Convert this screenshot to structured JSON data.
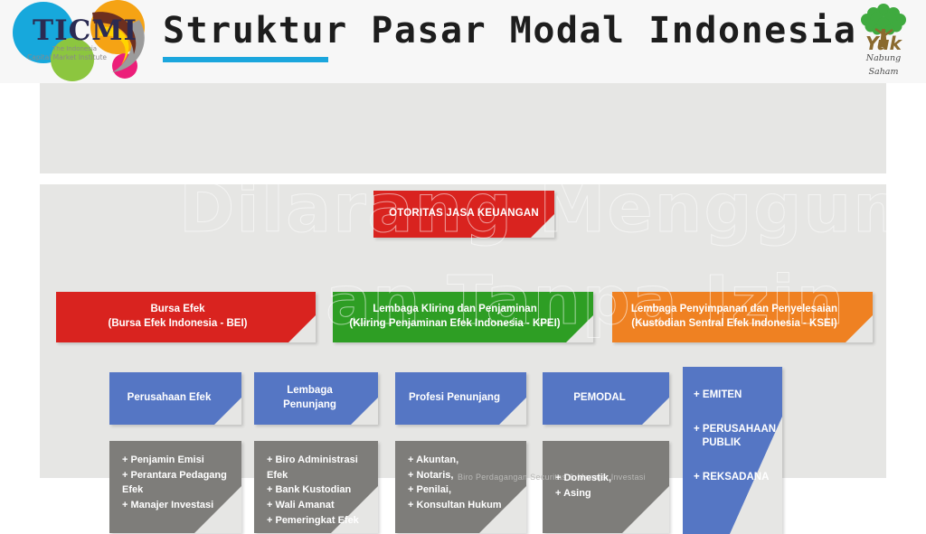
{
  "header": {
    "title": "Struktur Pasar Modal Indonesia",
    "accent_color": "#1ba6dd",
    "left_logo": {
      "name": "TICMI",
      "wordmark": "TICMI",
      "tagline_line1": "The Indonesia",
      "tagline_line2": "Capital Market Institute"
    },
    "right_logo": {
      "name": "Yuk Nabung Saham",
      "wordmark": "Yuk",
      "tagline_line1": "Nabung",
      "tagline_line2": "Saham"
    }
  },
  "watermark": {
    "line1": "Dilarang Menggunak",
    "line2": "an Tanpa Izin"
  },
  "diagram": {
    "regulator": {
      "label": "OTORITAS JASA KEUANGAN",
      "color": "#d9231f"
    },
    "sro": [
      {
        "line1": "Bursa Efek",
        "line2": "(Bursa Efek Indonesia - BEI)",
        "color": "#d9231f"
      },
      {
        "line1": "Lembaga Kliring dan Penjaminan",
        "line2": "(Kliring Penjaminan Efek Indonesia - KPEI)",
        "color": "#2e9e24"
      },
      {
        "line1": "Lembaga Penyimpanan dan Penyelesaian",
        "line2": "(Kustodian Sentral Efek Indonesia - KSEI)",
        "color": "#ef8122"
      }
    ],
    "participants": [
      {
        "title": "Perusahaan Efek",
        "color": "#5576c4",
        "detail_color": "#7e7d7a",
        "items": [
          "+ Penjamin Emisi",
          "+ Perantara Pedagang Efek",
          "+ Manajer Investasi"
        ]
      },
      {
        "title": "Lembaga Penunjang",
        "color": "#5576c4",
        "detail_color": "#7e7d7a",
        "items": [
          "+ Biro Administrasi Efek",
          "+ Bank Kustodian",
          "+ Wali Amanat",
          "+ Pemeringkat Efek"
        ]
      },
      {
        "title": "Profesi Penunjang",
        "color": "#5576c4",
        "detail_color": "#7e7d7a",
        "items": [
          "+ Akuntan,",
          "+ Notaris,",
          "+ Penilai,",
          "+ Konsultan Hukum"
        ]
      },
      {
        "title": "PEMODAL",
        "color": "#5576c4",
        "detail_color": "#7e7d7a",
        "items": [
          "+ Domestik,",
          "+ Asing"
        ]
      }
    ],
    "issuers": {
      "color": "#5576c4",
      "items": [
        "+ EMITEN",
        "+ PERUSAHAAN\n   PUBLIK",
        "+ REKSADANA"
      ]
    }
  },
  "caption": "Biro Perdagangan Securitas & Manajer Investasi"
}
